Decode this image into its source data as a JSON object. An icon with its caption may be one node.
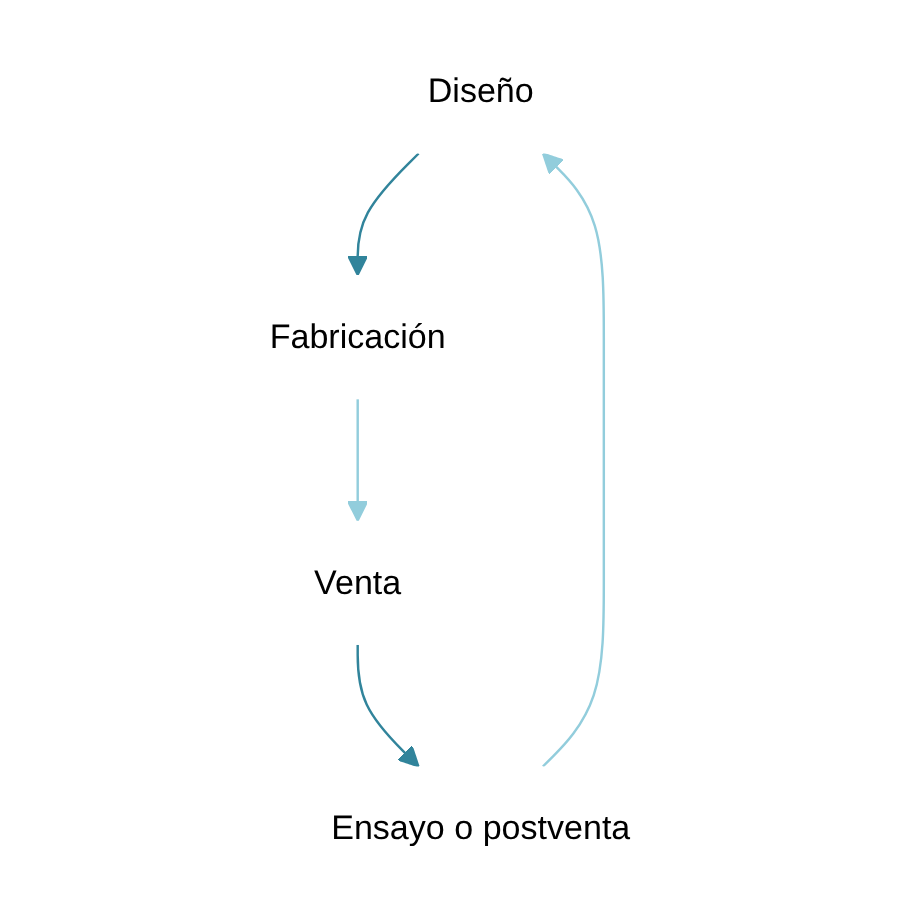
{
  "diagram": {
    "nodes": [
      {
        "text": [
          "Diseño"
        ]
      },
      {
        "text": [
          "Fabricación"
        ]
      },
      {
        "text": [
          "Venta"
        ]
      },
      {
        "text": [
          "Ensayo o postventa"
        ]
      }
    ],
    "edges": [
      {
        "from": 3,
        "to": 0,
        "arrow": "to",
        "color": "#92cddc"
      },
      {
        "from": 0,
        "to": 1,
        "arrow": "to",
        "color": "#31849b"
      },
      {
        "from": 1,
        "to": 2,
        "arrow": "to",
        "color": "#92cddc"
      },
      {
        "from": 2,
        "to": 3,
        "arrow": "to",
        "color": "#31849b"
      }
    ]
  }
}
